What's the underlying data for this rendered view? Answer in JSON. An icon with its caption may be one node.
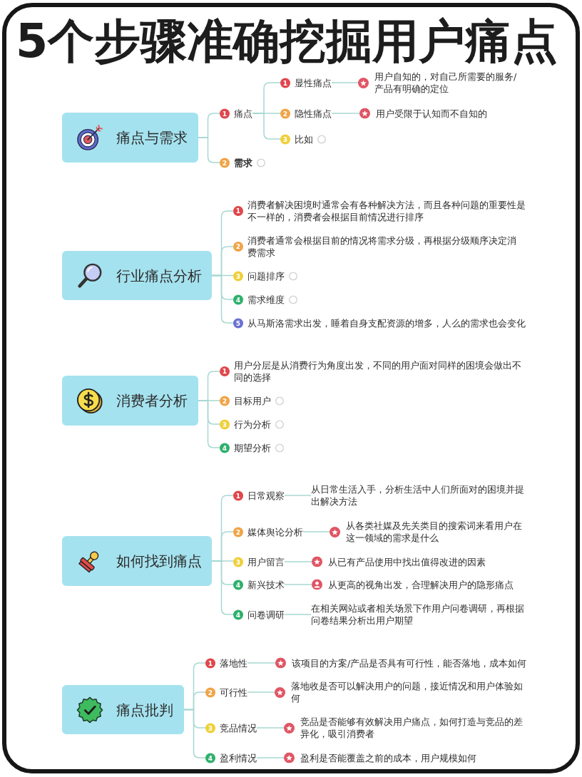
{
  "diagram": {
    "title": "5个步骤准确挖掘用户痛点",
    "nodes": [
      {
        "text": [
          "痛点与需求"
        ]
      },
      {
        "text": [
          "1",
          "痛点"
        ]
      },
      {
        "text": [
          "1",
          "显性痛点"
        ]
      },
      {
        "text": [
          "用户自知的，对自己所需要的服务/产品有明确的定位"
        ]
      },
      {
        "text": [
          "2",
          "隐性痛点"
        ]
      },
      {
        "text": [
          "用户受限于认知而不自知的"
        ]
      },
      {
        "text": [
          "3",
          "比如"
        ]
      },
      {
        "text": [
          "2",
          "需求"
        ]
      },
      {
        "text": [
          "行业痛点分析"
        ]
      },
      {
        "text": [
          "1",
          "消费者解决困境时通常会有各种解决方法，而且各种问题的重要性是不一样的，消费者会根据目前情况进行排序"
        ]
      },
      {
        "text": [
          "2",
          "消费者通常会根据目前的情况将需求分级，再根据分级顺序决定消费需求"
        ]
      },
      {
        "text": [
          "3",
          "问题排序"
        ]
      },
      {
        "text": [
          "4",
          "需求维度"
        ]
      },
      {
        "text": [
          "5",
          "从马斯洛需求出发，睡着自身支配资源的增多，人么的需求也会变化"
        ]
      },
      {
        "text": [
          "消费者分析"
        ]
      },
      {
        "text": [
          "1",
          "用户分层是从消费行为角度出发，不同的用户面对同样的困境会做出不同的选择"
        ]
      },
      {
        "text": [
          "2",
          "目标用户"
        ]
      },
      {
        "text": [
          "3",
          "行为分析"
        ]
      },
      {
        "text": [
          "4",
          "期望分析"
        ]
      },
      {
        "text": [
          "如何找到痛点"
        ]
      },
      {
        "text": [
          "1",
          "日常观察"
        ]
      },
      {
        "text": [
          "从日常生活入手，分析生活中人们所面对的困境并提出解决方法"
        ]
      },
      {
        "text": [
          "2",
          "媒体舆论分析"
        ]
      },
      {
        "text": [
          "从各类社媒及先关类目的搜索词来看用户在这一领域的需求是什么"
        ]
      },
      {
        "text": [
          "3",
          "用户留言"
        ]
      },
      {
        "text": [
          "从已有产品使用中找出值得改进的因素"
        ]
      },
      {
        "text": [
          "4",
          "新兴技术"
        ]
      },
      {
        "text": [
          "从更高的视角出发，合理解决用户的隐形痛点"
        ]
      },
      {
        "text": [
          "4",
          "问卷调研"
        ]
      },
      {
        "text": [
          "在相关网站或者相关场景下作用户问卷调研，再根据问卷结果分析出用户期望"
        ]
      },
      {
        "text": [
          "痛点批判"
        ]
      },
      {
        "text": [
          "1",
          "落地性"
        ]
      },
      {
        "text": [
          "该项目的方案/产品是否具有可行性，能否落地，成本如何"
        ]
      },
      {
        "text": [
          "2",
          "可行性"
        ]
      },
      {
        "text": [
          "落地收是否可以解决用户的问题，接近情况和用户体验如何"
        ]
      },
      {
        "text": [
          "3",
          "竞品情况"
        ]
      },
      {
        "text": [
          "竞品是否能够有效解决用户痛点，如何打造与竞品的差异化，吸引消费者"
        ]
      },
      {
        "text": [
          "4",
          "盈利情况"
        ]
      },
      {
        "text": [
          "盈利是否能覆盖之前的成本，用户规模如何"
        ]
      }
    ],
    "edges": [
      {
        "from": 0,
        "to": 1,
        "arrow": "none"
      },
      {
        "from": 1,
        "to": 2,
        "arrow": "none"
      },
      {
        "from": 2,
        "to": 3,
        "arrow": "none"
      },
      {
        "from": 1,
        "to": 4,
        "arrow": "none"
      },
      {
        "from": 4,
        "to": 5,
        "arrow": "none"
      },
      {
        "from": 1,
        "to": 6,
        "arrow": "none"
      },
      {
        "from": 0,
        "to": 7,
        "arrow": "none"
      },
      {
        "from": 8,
        "to": 9,
        "arrow": "none"
      },
      {
        "from": 8,
        "to": 10,
        "arrow": "none"
      },
      {
        "from": 8,
        "to": 11,
        "arrow": "none"
      },
      {
        "from": 8,
        "to": 12,
        "arrow": "none"
      },
      {
        "from": 8,
        "to": 13,
        "arrow": "none"
      },
      {
        "from": 14,
        "to": 15,
        "arrow": "none"
      },
      {
        "from": 14,
        "to": 16,
        "arrow": "none"
      },
      {
        "from": 14,
        "to": 17,
        "arrow": "none"
      },
      {
        "from": 14,
        "to": 18,
        "arrow": "none"
      },
      {
        "from": 19,
        "to": 20,
        "arrow": "none"
      },
      {
        "from": 20,
        "to": 21,
        "arrow": "none"
      },
      {
        "from": 19,
        "to": 22,
        "arrow": "none"
      },
      {
        "from": 22,
        "to": 23,
        "arrow": "none"
      },
      {
        "from": 19,
        "to": 24,
        "arrow": "none"
      },
      {
        "from": 24,
        "to": 25,
        "arrow": "none"
      },
      {
        "from": 19,
        "to": 26,
        "arrow": "none"
      },
      {
        "from": 26,
        "to": 27,
        "arrow": "none"
      },
      {
        "from": 19,
        "to": 28,
        "arrow": "none"
      },
      {
        "from": 28,
        "to": 29,
        "arrow": "none"
      },
      {
        "from": 30,
        "to": 31,
        "arrow": "none"
      },
      {
        "from": 31,
        "to": 32,
        "arrow": "none"
      },
      {
        "from": 30,
        "to": 33,
        "arrow": "none"
      },
      {
        "from": 33,
        "to": 34,
        "arrow": "none"
      },
      {
        "from": 30,
        "to": 35,
        "arrow": "none"
      },
      {
        "from": 35,
        "to": 36,
        "arrow": "none"
      },
      {
        "from": 30,
        "to": 37,
        "arrow": "none"
      },
      {
        "from": 37,
        "to": 38,
        "arrow": "none"
      }
    ]
  }
}
